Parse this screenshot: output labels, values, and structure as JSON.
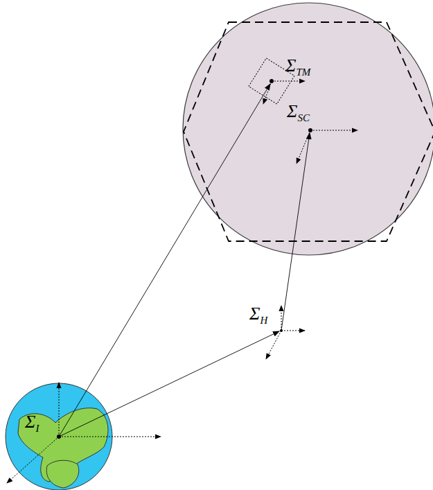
{
  "diagram": {
    "labels": [
      "ΣTM",
      "ΣSC",
      "ΣH",
      "ΣI"
    ]
  }
}
